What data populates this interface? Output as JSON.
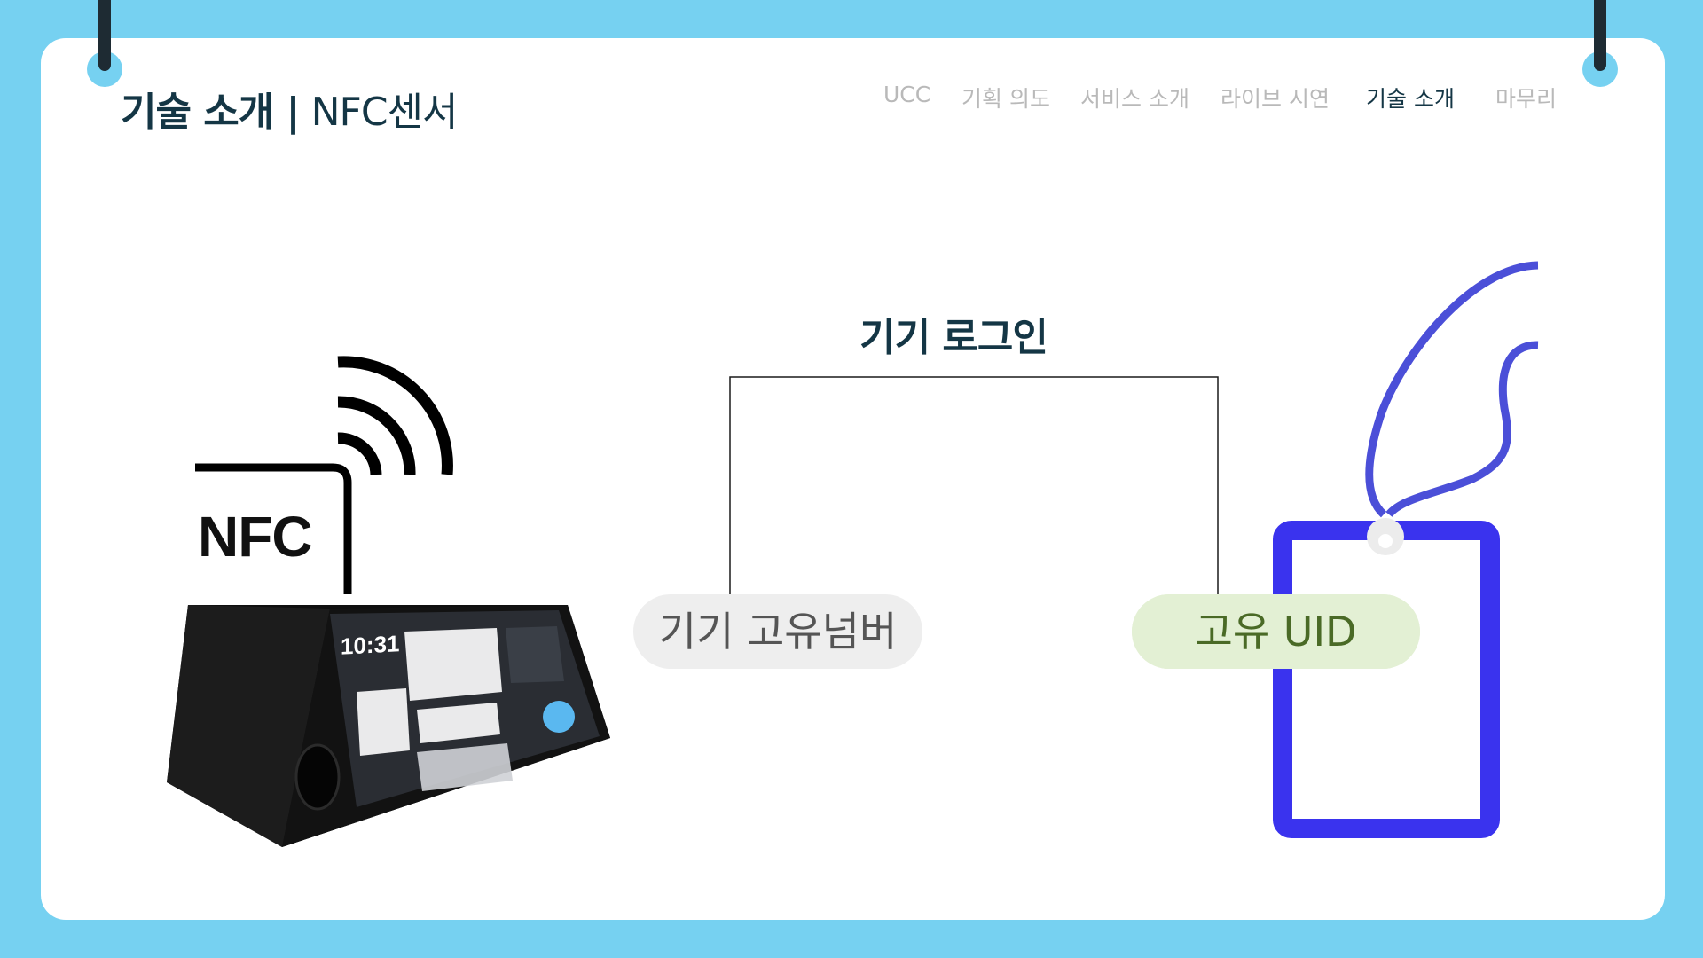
{
  "header": {
    "title_strong": "기술 소개 |",
    "title_light": " NFC센서"
  },
  "nav": {
    "items": [
      {
        "label": "UCC",
        "active": false
      },
      {
        "label": "기획 의도",
        "active": false
      },
      {
        "label": "서비스 소개",
        "active": false
      },
      {
        "label": "라이브 시연",
        "active": false
      },
      {
        "label": "기술 소개",
        "active": true
      },
      {
        "label": "마무리",
        "active": false
      }
    ]
  },
  "diagram": {
    "title": "기기 로그인",
    "device_label": "NFC",
    "device_clock": "10:31",
    "left_pill": "기기 고유넘버",
    "right_pill": "고유 UID"
  },
  "colors": {
    "background": "#76d1f1",
    "card": "#ffffff",
    "title_dark": "#143645",
    "nav_inactive": "#b9b9b9",
    "badge_frame": "#3a33ee",
    "lanyard": "#4b4fd8",
    "pill_gray_bg": "#eeeeee",
    "pill_green_bg": "#e3f0d4",
    "pill_green_text": "#4a6a26"
  }
}
